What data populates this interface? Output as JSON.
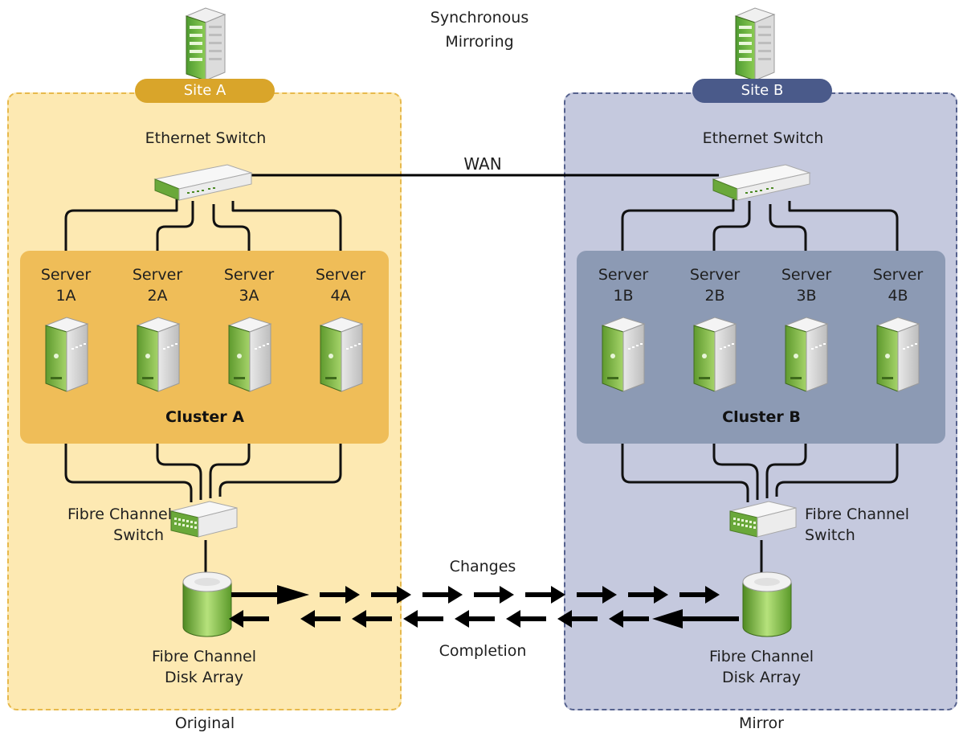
{
  "title": [
    "Synchronous",
    "Mirroring"
  ],
  "wan_label": "WAN",
  "site_a": {
    "pill": "Site A",
    "ethernet_switch": "Ethernet Switch",
    "servers": [
      {
        "name": "Server",
        "id": "1A"
      },
      {
        "name": "Server",
        "id": "2A"
      },
      {
        "name": "Server",
        "id": "3A"
      },
      {
        "name": "Server",
        "id": "4A"
      }
    ],
    "cluster": "Cluster A",
    "fc_switch": [
      "Fibre Channel",
      "Switch"
    ],
    "disk_array": [
      "Fibre Channel",
      "Disk Array"
    ],
    "caption": "Original",
    "colors": {
      "panel": "#fde9b2",
      "border": "#e7b94c",
      "pill": "#d9a52a",
      "cluster": "#efbd58"
    }
  },
  "site_b": {
    "pill": "Site B",
    "ethernet_switch": "Ethernet Switch",
    "servers": [
      {
        "name": "Server",
        "id": "1B"
      },
      {
        "name": "Server",
        "id": "2B"
      },
      {
        "name": "Server",
        "id": "3B"
      },
      {
        "name": "Server",
        "id": "4B"
      }
    ],
    "cluster": "Cluster B",
    "fc_switch": [
      "Fibre Channel",
      "Switch"
    ],
    "disk_array": [
      "Fibre Channel",
      "Disk Array"
    ],
    "caption": "Mirror",
    "colors": {
      "panel": "#c5c9de",
      "border": "#56628e",
      "pill": "#4a5a8a",
      "cluster": "#8c9ab4"
    }
  },
  "flows": {
    "changes": "Changes",
    "completion": "Completion"
  },
  "icons": [
    "building-icon",
    "ethernet-switch-icon",
    "server-tower-icon",
    "fc-switch-icon",
    "disk-array-icon",
    "arrow-right-icon",
    "arrow-left-icon"
  ]
}
